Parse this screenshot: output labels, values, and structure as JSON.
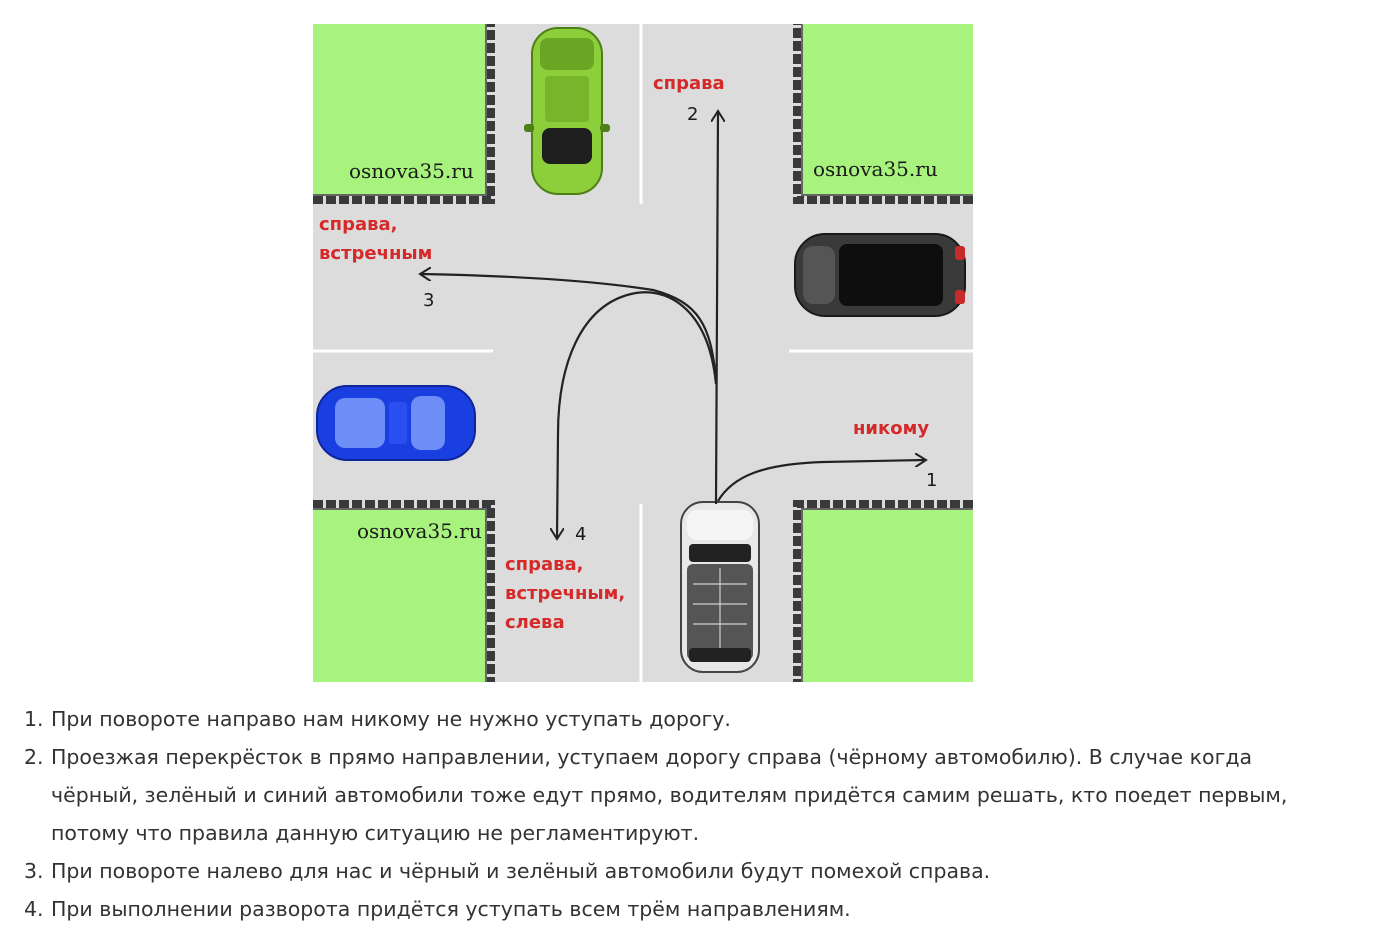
{
  "diagram": {
    "watermarks": [
      "osnova35.ru",
      "osnova35.ru",
      "osnova35.ru"
    ],
    "labels": {
      "straight": "справа",
      "left_line1": "справа,",
      "left_line2": "встречным",
      "right": "никому",
      "uturn_line1": "справа,",
      "uturn_line2": "встречным,",
      "uturn_line3": "слева"
    },
    "route_numbers": [
      "1",
      "2",
      "3",
      "4"
    ],
    "cars": [
      {
        "name": "green-car",
        "color": "#8ccf3a"
      },
      {
        "name": "black-car",
        "color": "#3a3a3a"
      },
      {
        "name": "blue-car",
        "color": "#1a3fe0"
      },
      {
        "name": "white-car",
        "color": "#f2f2f2"
      }
    ],
    "colors": {
      "grass": "#a8f27e",
      "road": "#dcdcdc",
      "label_red": "#d42a2a"
    }
  },
  "rules": [
    {
      "num": "1.",
      "text": "При повороте направо нам никому не нужно уступать дорогу."
    },
    {
      "num": "2.",
      "text": "Проезжая перекрёсток в прямо направлении, уступаем дорогу справа (чёрному автомобилю). В случае когда чёрный, зелёный и синий автомобили тоже едут прямо, водителям придётся самим решать, кто поедет первым, потому что правила данную ситуацию не регламентируют."
    },
    {
      "num": "3.",
      "text": "При повороте налево для нас и чёрный и зелёный автомобили будут помехой справа."
    },
    {
      "num": "4.",
      "text": "При выполнении разворота придётся уступать всем трём направлениям."
    }
  ]
}
